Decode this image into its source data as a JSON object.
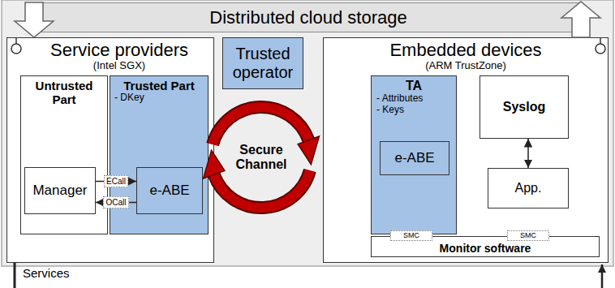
{
  "diagram": {
    "nodes": [
      {
        "text": [
          "Distributed cloud storage"
        ]
      },
      {
        "text": [
          "Service providers",
          "(Intel SGX)"
        ]
      },
      {
        "text": [
          "Untrusted Part"
        ],
        "in": 1
      },
      {
        "text": [
          "Trusted Part",
          "- DKey"
        ],
        "in": 1
      },
      {
        "text": [
          "Manager"
        ],
        "in": 2
      },
      {
        "text": [
          "e-ABE"
        ],
        "in": 3
      },
      {
        "text": [
          "Trusted operator"
        ]
      },
      {
        "text": [
          "Secure Channel"
        ]
      },
      {
        "text": [
          "Embedded devices",
          "(ARM TrustZone)"
        ]
      },
      {
        "text": [
          "TA",
          "- Attributes",
          "- Keys"
        ],
        "in": 8
      },
      {
        "text": [
          "e-ABE"
        ],
        "in": 9
      },
      {
        "text": [
          "Syslog"
        ],
        "in": 8
      },
      {
        "text": [
          "App."
        ],
        "in": 8
      },
      {
        "text": [
          "Monitor software"
        ],
        "in": 8
      },
      {
        "text": [
          "SMC"
        ],
        "in": 8
      },
      {
        "text": [
          "SMC"
        ],
        "in": 8
      }
    ],
    "edges": [
      {
        "from": 4,
        "to": 5,
        "label": "ECall",
        "arrow": "to"
      },
      {
        "from": 5,
        "to": 4,
        "label": "OCall",
        "arrow": "to"
      },
      {
        "from": 11,
        "to": 12,
        "arrow": "both"
      },
      {
        "from": 0,
        "to": 1,
        "arrow": "to"
      },
      {
        "from": 8,
        "to": 0,
        "arrow": "to"
      }
    ],
    "labels": [
      "Services"
    ]
  }
}
